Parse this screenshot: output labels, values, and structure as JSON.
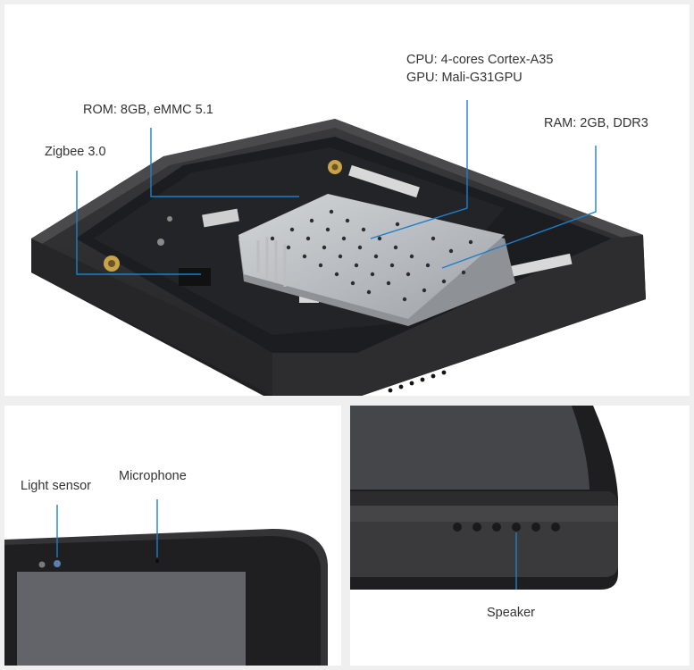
{
  "top_panel": {
    "labels": {
      "cpu": "CPU: 4-cores Cortex-A35",
      "gpu": "GPU: Mali-G31GPU",
      "rom": "ROM: 8GB, eMMC 5.1",
      "ram": "RAM: 2GB, DDR3",
      "zigbee": "Zigbee 3.0"
    }
  },
  "bottom_left_panel": {
    "labels": {
      "light_sensor": "Light sensor",
      "microphone": "Microphone"
    }
  },
  "bottom_right_panel": {
    "labels": {
      "speaker": "Speaker"
    }
  },
  "colors": {
    "callout_line": "#1e7fc8",
    "device_body": "#2c2c2e",
    "pcb": "#1d1f22",
    "shield": "#b9bcc0"
  }
}
